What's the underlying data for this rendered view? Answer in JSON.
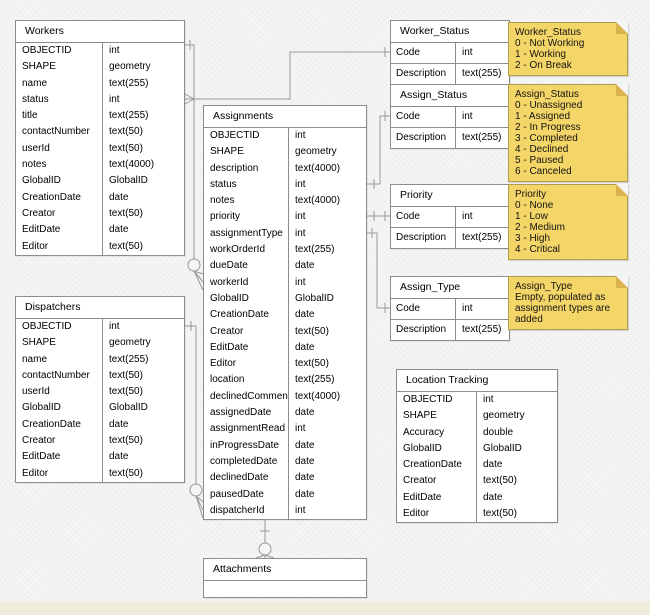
{
  "diagram": {
    "tables": [
      {
        "id": "workers",
        "title": "Workers",
        "fields": [
          {
            "name": "OBJECTID",
            "type": "int"
          },
          {
            "name": "SHAPE",
            "type": "geometry"
          },
          {
            "name": "name",
            "type": "text(255)"
          },
          {
            "name": "status",
            "type": "int"
          },
          {
            "name": "title",
            "type": "text(255)"
          },
          {
            "name": "contactNumber",
            "type": "text(50)"
          },
          {
            "name": "userId",
            "type": "text(50)"
          },
          {
            "name": "notes",
            "type": "text(4000)"
          },
          {
            "name": "GlobalID",
            "type": "GlobalID"
          },
          {
            "name": "CreationDate",
            "type": "date"
          },
          {
            "name": "Creator",
            "type": "text(50)"
          },
          {
            "name": "EditDate",
            "type": "date"
          },
          {
            "name": "Editor",
            "type": "text(50)"
          }
        ]
      },
      {
        "id": "dispatchers",
        "title": "Dispatchers",
        "fields": [
          {
            "name": "OBJECTID",
            "type": "int"
          },
          {
            "name": "SHAPE",
            "type": "geometry"
          },
          {
            "name": "name",
            "type": "text(255)"
          },
          {
            "name": "contactNumber",
            "type": "text(50)"
          },
          {
            "name": "userId",
            "type": "text(50)"
          },
          {
            "name": "GlobalID",
            "type": "GlobalID"
          },
          {
            "name": "CreationDate",
            "type": "date"
          },
          {
            "name": "Creator",
            "type": "text(50)"
          },
          {
            "name": "EditDate",
            "type": "date"
          },
          {
            "name": "Editor",
            "type": "text(50)"
          }
        ]
      },
      {
        "id": "assignments",
        "title": "Assignments",
        "fields": [
          {
            "name": "OBJECTID",
            "type": "int"
          },
          {
            "name": "SHAPE",
            "type": "geometry"
          },
          {
            "name": "description",
            "type": "text(4000)"
          },
          {
            "name": "status",
            "type": "int"
          },
          {
            "name": "notes",
            "type": "text(4000)"
          },
          {
            "name": "priority",
            "type": "int"
          },
          {
            "name": "assignmentType",
            "type": "int"
          },
          {
            "name": "workOrderId",
            "type": "text(255)"
          },
          {
            "name": "dueDate",
            "type": "date"
          },
          {
            "name": "workerId",
            "type": "int"
          },
          {
            "name": "GlobalID",
            "type": "GlobalID"
          },
          {
            "name": "CreationDate",
            "type": "date"
          },
          {
            "name": "Creator",
            "type": "text(50)"
          },
          {
            "name": "EditDate",
            "type": "date"
          },
          {
            "name": "Editor",
            "type": "text(50)"
          },
          {
            "name": "location",
            "type": "text(255)"
          },
          {
            "name": "declinedComment",
            "type": "text(4000)"
          },
          {
            "name": "assignedDate",
            "type": "date"
          },
          {
            "name": "assignmentRead",
            "type": "int"
          },
          {
            "name": "inProgressDate",
            "type": "date"
          },
          {
            "name": "completedDate",
            "type": "date"
          },
          {
            "name": "declinedDate",
            "type": "date"
          },
          {
            "name": "pausedDate",
            "type": "date"
          },
          {
            "name": "dispatcherId",
            "type": "int"
          }
        ]
      },
      {
        "id": "worker-status",
        "title": "Worker_Status",
        "fields": [
          {
            "name": "Code",
            "type": "int"
          },
          {
            "name": "Description",
            "type": "text(255)"
          }
        ]
      },
      {
        "id": "assign-status",
        "title": "Assign_Status",
        "fields": [
          {
            "name": "Code",
            "type": "int"
          },
          {
            "name": "Description",
            "type": "text(255)"
          }
        ]
      },
      {
        "id": "priority",
        "title": "Priority",
        "fields": [
          {
            "name": "Code",
            "type": "int"
          },
          {
            "name": "Description",
            "type": "text(255)"
          }
        ]
      },
      {
        "id": "assign-type",
        "title": "Assign_Type",
        "fields": [
          {
            "name": "Code",
            "type": "int"
          },
          {
            "name": "Description",
            "type": "text(255)"
          }
        ]
      },
      {
        "id": "location-tracking",
        "title": "Location Tracking",
        "fields": [
          {
            "name": "OBJECTID",
            "type": "int"
          },
          {
            "name": "SHAPE",
            "type": "geometry"
          },
          {
            "name": "Accuracy",
            "type": "double"
          },
          {
            "name": "GlobalID",
            "type": "GlobalID"
          },
          {
            "name": "CreationDate",
            "type": "date"
          },
          {
            "name": "Creator",
            "type": "text(50)"
          },
          {
            "name": "EditDate",
            "type": "date"
          },
          {
            "name": "Editor",
            "type": "text(50)"
          }
        ]
      },
      {
        "id": "attachments",
        "title": "Attachments",
        "fields": []
      }
    ],
    "notes": [
      {
        "id": "note-worker-status",
        "title": "Worker_Status",
        "lines": [
          "0 - Not Working",
          "1 - Working",
          "2 - On Break"
        ]
      },
      {
        "id": "note-assign-status",
        "title": "Assign_Status",
        "lines": [
          "0 - Unassigned",
          "1 - Assigned",
          "2 - In Progress",
          "3 - Completed",
          "4 - Declined",
          "5 - Paused",
          "6 - Canceled"
        ]
      },
      {
        "id": "note-priority",
        "title": "Priority",
        "lines": [
          "0 - None",
          "1 - Low",
          "2 - Medium",
          "3 - High",
          "4 - Critical"
        ]
      },
      {
        "id": "note-assign-type",
        "title": "Assign_Type",
        "lines": [
          "Empty, populated as assignment types are added"
        ]
      }
    ],
    "relationships": [
      {
        "from": "Workers",
        "to": "Assignments"
      },
      {
        "from": "Dispatchers",
        "to": "Assignments"
      },
      {
        "from": "Worker_Status",
        "to": "Workers"
      },
      {
        "from": "Assign_Status",
        "to": "Assignments"
      },
      {
        "from": "Priority",
        "to": "Assignments"
      },
      {
        "from": "Assign_Type",
        "to": "Assignments"
      },
      {
        "from": "Assignments",
        "to": "Attachments"
      }
    ],
    "colors": {
      "note_fill": "#f4d567",
      "note_border": "#b09c4f",
      "note_fold": "#d9b44e",
      "table_fill": "#ffffff",
      "table_border": "#8c8c8c",
      "connector": "#999999",
      "background": "#f5f5f3"
    }
  }
}
